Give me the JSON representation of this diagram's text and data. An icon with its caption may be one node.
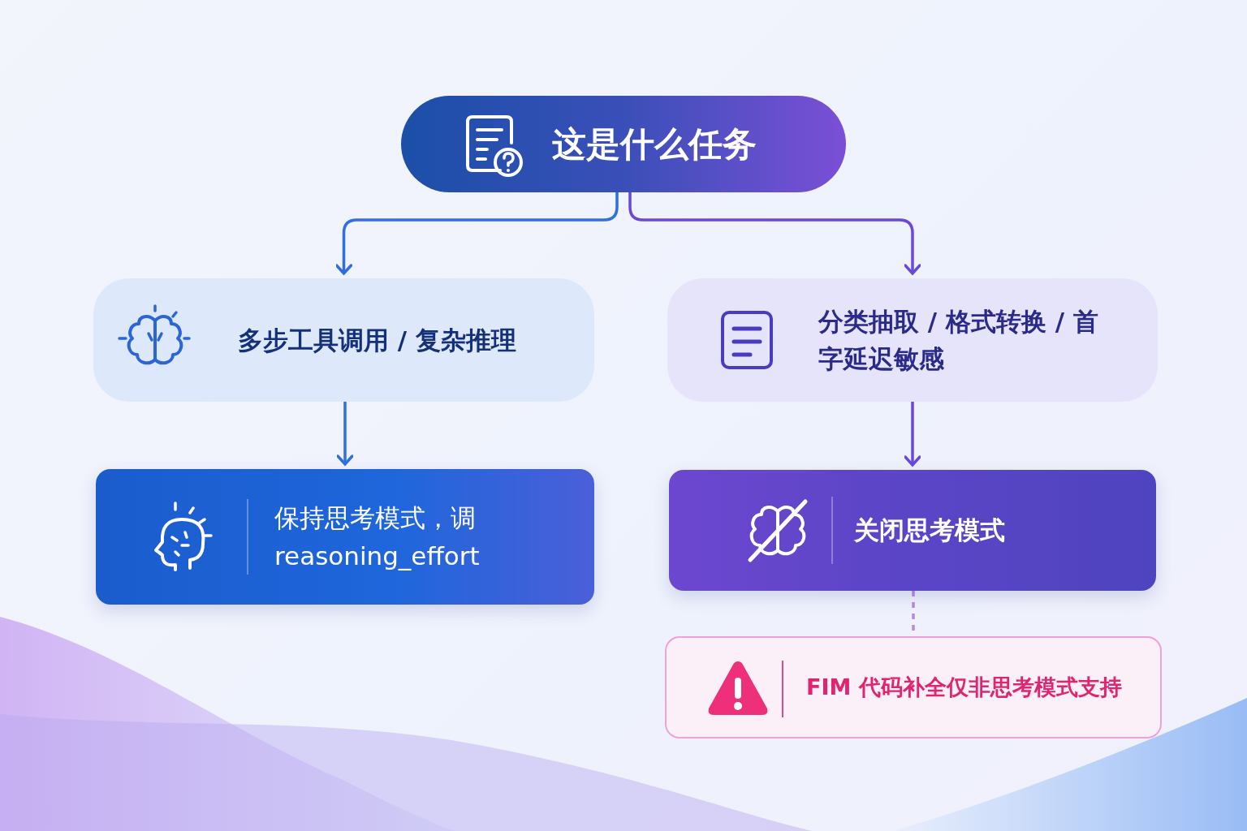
{
  "diagram": {
    "nodes": [
      {
        "text": [
          "这是什么任务"
        ]
      },
      {
        "text": [
          "多步工具调用 / 复杂推理"
        ]
      },
      {
        "text": [
          "分类抽取 / 格式转换 / 首字延迟敏感"
        ]
      },
      {
        "text": [
          "保持思考模式，调 reasoning_effort"
        ]
      },
      {
        "text": [
          "关闭思考模式"
        ]
      },
      {
        "text": [
          "FIM 代码补全仅非思考模式支持"
        ]
      }
    ],
    "edges": [
      {
        "from": 0,
        "to": 1,
        "arrow": "to",
        "color": "#2f6fe0"
      },
      {
        "from": 0,
        "to": 2,
        "arrow": "to",
        "color": "#6a48d8"
      },
      {
        "from": 1,
        "to": 3,
        "arrow": "to",
        "color": "#2f6fe0"
      },
      {
        "from": 2,
        "to": 4,
        "arrow": "to",
        "color": "#6a48d8"
      },
      {
        "from": 4,
        "to": 5,
        "arrow": "none",
        "style": "dashed",
        "color": "#b48ae6"
      }
    ]
  }
}
